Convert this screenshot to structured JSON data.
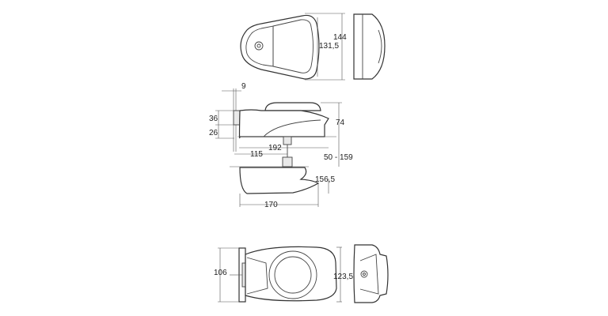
{
  "dimensions": {
    "top_height": "144",
    "top_inner_height": "131,5",
    "set_screw": "9",
    "upper_36": "36",
    "lower_26": "26",
    "body_height": "74",
    "body_length": "192",
    "spindle_offset": "115",
    "door_thickness": "50 - 159",
    "inner_depth": "156,5",
    "inner_length": "170",
    "front_height": "106",
    "front_width": "123,5"
  }
}
